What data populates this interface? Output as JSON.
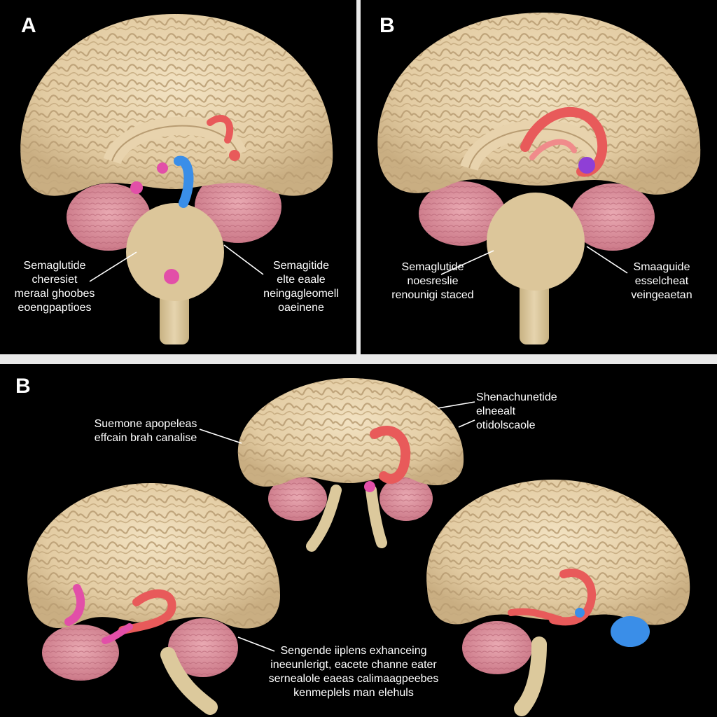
{
  "panels": {
    "a": {
      "letter": "A",
      "label_left": [
        "Semaglutide",
        "cheresiet",
        "meraal ghoobes",
        "eoengpaptioes"
      ],
      "label_right": [
        "Semagitide",
        "elte eaale",
        "neingagleomell",
        "oaeinene"
      ]
    },
    "b": {
      "letter": "B",
      "label_left": [
        "Semaglutide",
        "noesreslie",
        "renounigi staced"
      ],
      "label_right": [
        "Smaaguide",
        "esselcheat",
        "veingeaetan"
      ]
    },
    "c": {
      "letter": "B",
      "label_top_left": [
        "Suemone apopeleas",
        "effcain brah canalise"
      ],
      "label_top_right": [
        "Shenachunetide",
        "elneealt",
        "otidolscaole"
      ],
      "label_bottom": [
        "Sengende iiplens exhanceing",
        "ineeunlerigt, eacete channe eater",
        "sernealole eaeas calimaagpeebes",
        "kenmeplels man elehuls"
      ]
    }
  },
  "colors": {
    "background": "#000000",
    "divider": "#e9e9e9",
    "cortex": "#e8d3ad",
    "cerebellum": "#d9909c",
    "brainstem": "#dcc99c",
    "highlight_red": "#e85a5a",
    "highlight_pink": "#e24fa8",
    "highlight_blue": "#3a8ee8",
    "highlight_purple": "#8f3fd6"
  }
}
